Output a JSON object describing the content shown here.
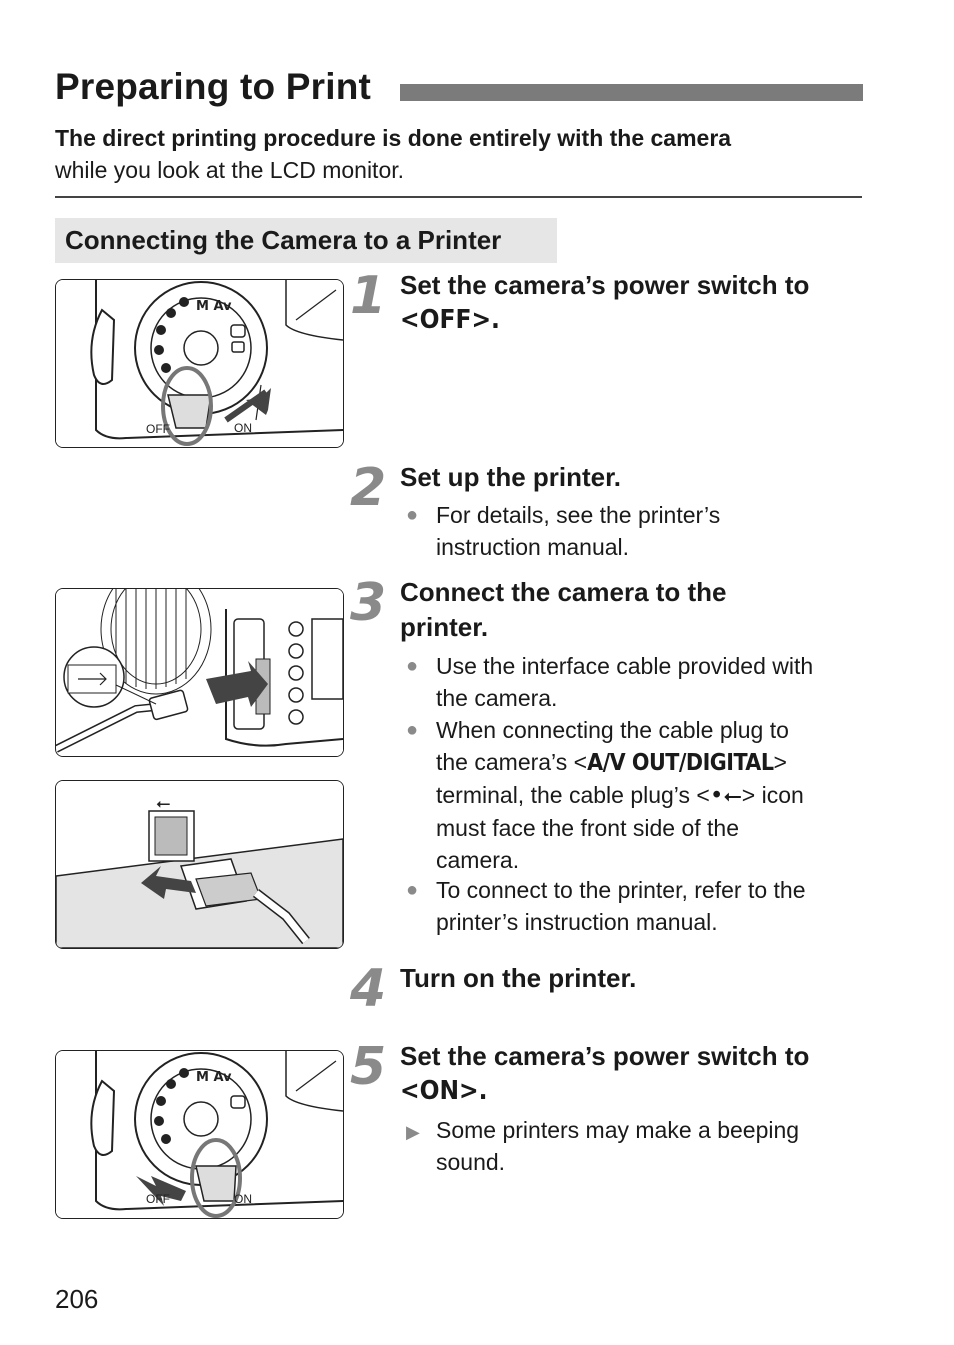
{
  "title": "Preparing to Print",
  "intro": {
    "bold": "The direct printing procedure is done entirely with the camera",
    "normal": "while you look at the LCD monitor."
  },
  "section": "Connecting the Camera to a Printer",
  "steps": [
    {
      "num": "1",
      "head1": "Set the camera’s power switch to",
      "head2": "<OFF>."
    },
    {
      "num": "2",
      "head1": "Set up the printer.",
      "bullets": [
        {
          "l1": "For details, see the printer’s",
          "l2": "instruction manual."
        }
      ]
    },
    {
      "num": "3",
      "head1": "Connect the camera to the",
      "head2": "printer.",
      "bullets": [
        {
          "l1": "Use the interface cable provided with",
          "l2": "the camera."
        },
        {
          "l1": "When connecting the cable plug to",
          "l2a": "the camera’s <",
          "term": "A/V OUT/DIGITAL",
          "l2b": ">",
          "l3a": "terminal, the cable plug’s <",
          "l3b": "> icon",
          "l4": "must face the front side of the",
          "l5": "camera."
        },
        {
          "l1": "To connect to the printer, refer to the",
          "l2": "printer’s instruction manual."
        }
      ]
    },
    {
      "num": "4",
      "head1": "Turn on the printer."
    },
    {
      "num": "5",
      "head1": "Set the camera’s power switch to",
      "head2": "<ON>.",
      "bullets": [
        {
          "l1": "Some printers may make a beeping",
          "l2": "sound."
        }
      ]
    }
  ],
  "illus": {
    "off": "OFF",
    "on": "ON"
  },
  "page_number": "206"
}
